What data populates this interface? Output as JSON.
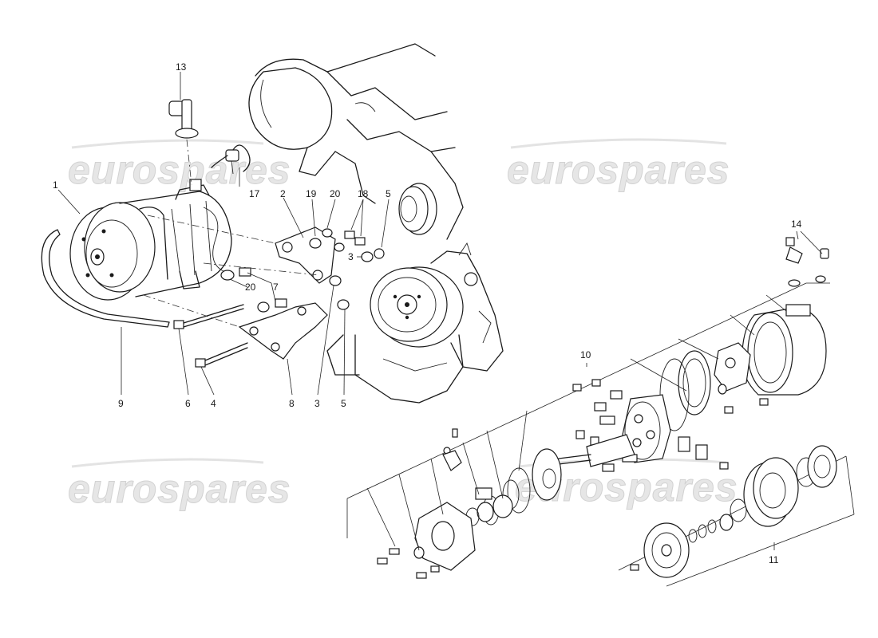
{
  "watermark": {
    "text": "eurospares"
  },
  "callouts": [
    {
      "id": "c13",
      "label": "13"
    },
    {
      "id": "c1",
      "label": "1"
    },
    {
      "id": "c17",
      "label": "17"
    },
    {
      "id": "c2",
      "label": "2"
    },
    {
      "id": "c19",
      "label": "19"
    },
    {
      "id": "c20a",
      "label": "20"
    },
    {
      "id": "c18",
      "label": "18"
    },
    {
      "id": "c5a",
      "label": "5"
    },
    {
      "id": "c3a",
      "label": "3"
    },
    {
      "id": "c20b",
      "label": "20"
    },
    {
      "id": "c7",
      "label": "7"
    },
    {
      "id": "c9",
      "label": "9"
    },
    {
      "id": "c6",
      "label": "6"
    },
    {
      "id": "c4",
      "label": "4"
    },
    {
      "id": "c8",
      "label": "8"
    },
    {
      "id": "c3b",
      "label": "3"
    },
    {
      "id": "c5b",
      "label": "5"
    },
    {
      "id": "c10",
      "label": "10"
    },
    {
      "id": "c14",
      "label": "14"
    },
    {
      "id": "c11",
      "label": "11"
    }
  ]
}
